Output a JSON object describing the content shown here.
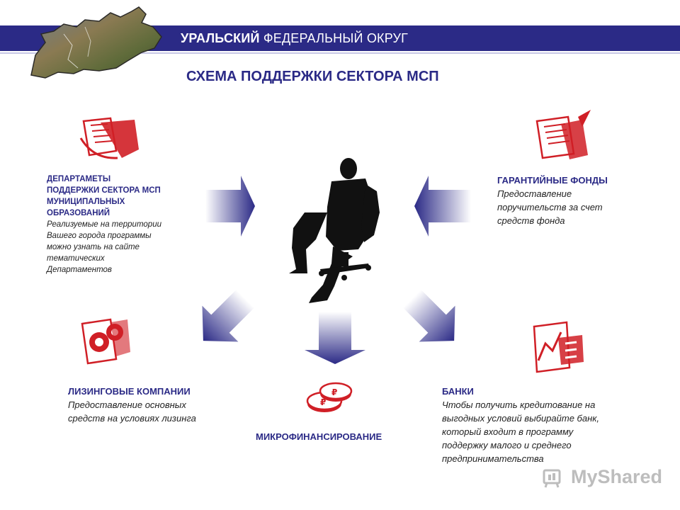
{
  "header": {
    "title_bold": "УРАЛЬСКИЙ",
    "title_rest": " ФЕДЕРАЛЬНЫЙ ОКРУГ"
  },
  "subtitle": "СХЕМА ПОДДЕРЖКИ СЕКТОРА МСП",
  "blocks": {
    "departments": {
      "title_lines": [
        "ДЕПАРТАМЕТЫ",
        "ПОДДЕРЖКИ СЕКТОРА МСП",
        "МУНИЦИПАЛЬНЫХ",
        "ОБРАЗОВАНИЙ"
      ],
      "desc_lines": [
        "Реализуемые на территории",
        "Вашего города программы",
        "можно узнать на сайте",
        "тематических",
        "Департаментов"
      ]
    },
    "guarantee": {
      "title": "ГАРАНТИЙНЫЕ ФОНДЫ",
      "desc_lines": [
        "Предоставление",
        "поручительств за счет",
        "средств фонда"
      ]
    },
    "leasing": {
      "title": "ЛИЗИНГОВЫЕ КОМПАНИИ",
      "desc_lines": [
        "Предоставление основных",
        "средств на условиях лизинга"
      ]
    },
    "banks": {
      "title": "БАНКИ",
      "desc_lines": [
        "Чтобы получить кредитование на",
        "выгодных условий выбирайте банк,",
        "который входит в программу",
        "поддержку малого и среднего",
        "предпринимательства"
      ]
    },
    "micro": {
      "title": "МИКРОФИНАНСИРОВАНИЕ"
    }
  },
  "watermark": "MyShared",
  "colors": {
    "brand_blue": "#2b2a86",
    "icon_red": "#d01f26"
  },
  "icons": [
    "russia-map-icon",
    "documents-icon",
    "documents-pen-icon",
    "gears-icon",
    "coins-icon",
    "chart-icon",
    "businessman-icon"
  ]
}
